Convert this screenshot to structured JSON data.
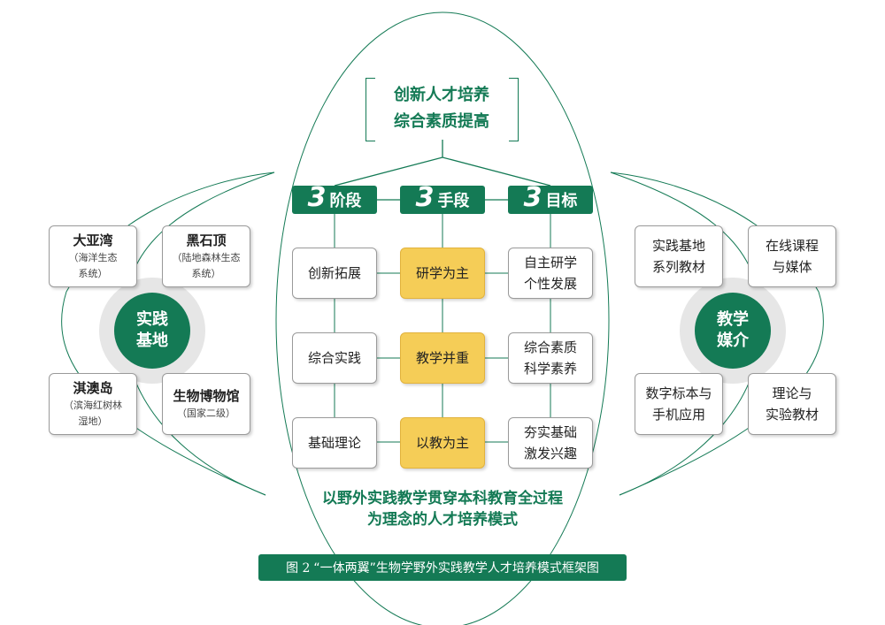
{
  "goal": {
    "line1": "创新人才培养",
    "line2": "综合素质提高"
  },
  "stages": [
    {
      "num": "3",
      "label": "阶段"
    },
    {
      "num": "3",
      "label": "手段"
    },
    {
      "num": "3",
      "label": "目标"
    }
  ],
  "rows": [
    {
      "stage": "创新拓展",
      "method": "研学为主",
      "goal": [
        "自主研学",
        "个性发展"
      ]
    },
    {
      "stage": "综合实践",
      "method": "教学并重",
      "goal": [
        "综合素质",
        "科学素养"
      ]
    },
    {
      "stage": "基础理论",
      "method": "以教为主",
      "goal": [
        "夯实基础",
        "激发兴趣"
      ]
    }
  ],
  "left_hub": {
    "line1": "实践",
    "line2": "基地"
  },
  "bases": [
    {
      "name": "大亚湾",
      "desc1": "（海洋生态",
      "desc2": "系统）"
    },
    {
      "name": "黑石顶",
      "desc1": "（陆地森林生态",
      "desc2": "系统）"
    },
    {
      "name": "淇澳岛",
      "desc1": "（滨海红树林",
      "desc2": "湿地）"
    },
    {
      "name": "生物博物馆",
      "desc1": "（国家二级）",
      "desc2": ""
    }
  ],
  "right_hub": {
    "line1": "教学",
    "line2": "媒介"
  },
  "media": [
    {
      "line1": "实践基地",
      "line2": "系列教材"
    },
    {
      "line1": "在线课程",
      "line2": "与媒体"
    },
    {
      "line1": "数字标本与",
      "line2": "手机应用"
    },
    {
      "line1": "理论与",
      "line2": "实验教材"
    }
  ],
  "slogan": {
    "line1": "以野外实践教学贯穿本科教育全过程",
    "line2": "为理念的人才培养模式"
  },
  "caption": {
    "fig": "图 2",
    "text": "“一体两翼”生物学野外实践教学人才培养模式框架图"
  },
  "colors": {
    "primary_green": "#147a55",
    "highlight_gold": "#f5cd57",
    "light_gray_ring": "#e6e6e6"
  }
}
